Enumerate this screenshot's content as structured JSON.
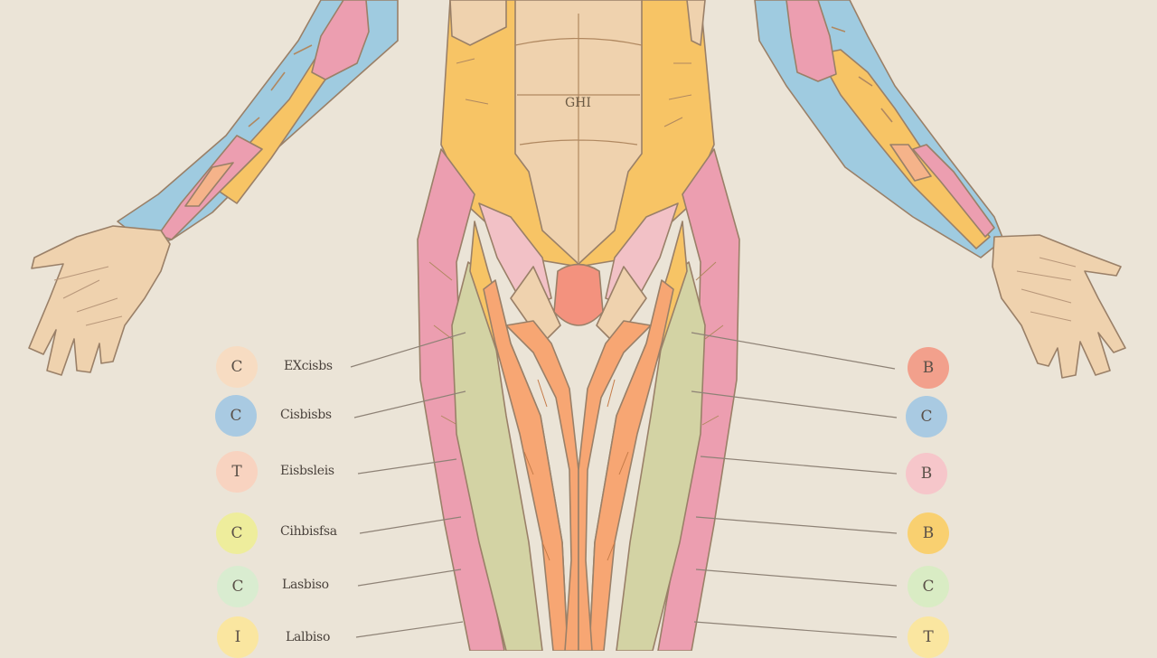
{
  "diagram": {
    "palette": {
      "background": "#ebe4d7",
      "outline": "#9a8068",
      "blue": "#9fcbe0",
      "yellow": "#f7c465",
      "pink": "#ec9eb0",
      "skin": "#efd2ae",
      "orange": "#f7a673",
      "sage": "#d3d3a4",
      "coral": "#f3927e"
    },
    "torso_label": "GHI",
    "left_legend": [
      {
        "code": "C",
        "label": "EXcisbs",
        "color": "#f7dcc2"
      },
      {
        "code": "C",
        "label": "Cisbisbs",
        "color": "#a9cae2"
      },
      {
        "code": "T",
        "label": "Eisbsleis",
        "color": "#f8d3c0"
      },
      {
        "code": "C",
        "label": "Cihbisfsa",
        "color": "#eeed9c"
      },
      {
        "code": "C",
        "label": "Lasbiso",
        "color": "#d9ecd0"
      },
      {
        "code": "I",
        "label": "Lalbiso",
        "color": "#fae6a0"
      }
    ],
    "right_legend": [
      {
        "code": "B",
        "color": "#f2a08c"
      },
      {
        "code": "C",
        "color": "#a9cae2"
      },
      {
        "code": "B",
        "color": "#f6c6ca"
      },
      {
        "code": "B",
        "color": "#f9d070"
      },
      {
        "code": "C",
        "color": "#d9ecc4"
      },
      {
        "code": "T",
        "color": "#fae6a0"
      }
    ]
  }
}
